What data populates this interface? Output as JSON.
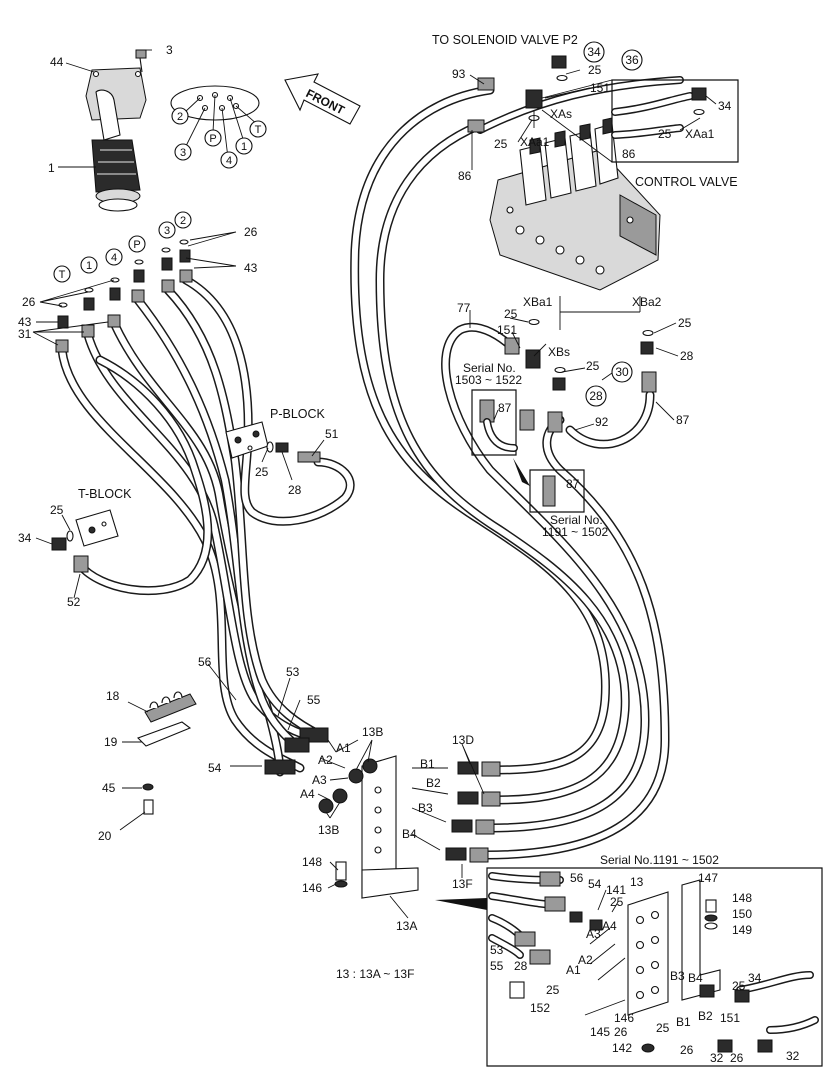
{
  "headers": {
    "solenoid": "TO SOLENOID VALVE P2",
    "front": "FRONT",
    "control_valve": "CONTROL VALVE",
    "p_block": "P-BLOCK",
    "t_block": "T-BLOCK",
    "serial_a": "Serial No.",
    "serial_a_range": "1503 ~ 1522",
    "serial_b": "Serial No.",
    "serial_b_range": "1191 ~ 1502",
    "serial_detail": "Serial No.1191 ~ 1502",
    "note": "13 : 13A ~ 13F"
  },
  "port_labels": {
    "xas": "XAs",
    "xaa1": "XAa1",
    "xaa1_detail": "XAa1",
    "xba1": "XBa1",
    "xbs": "XBs",
    "xba2": "XBa2",
    "a1": "A1",
    "a2": "A2",
    "a3": "A3",
    "a4": "A4",
    "b1": "B1",
    "b2": "B2",
    "b3": "B3",
    "b4": "B4",
    "d_a1": "A1",
    "d_a2": "A2",
    "d_a3": "A3",
    "d_a4": "A4",
    "d_b1": "B1",
    "d_b2": "B2",
    "d_b3": "B3",
    "d_b4": "B4"
  },
  "circled_labels": {
    "c34": "34",
    "c36": "36",
    "c28": "28",
    "c30": "30",
    "pad_2": "2",
    "pad_p": "P",
    "pad_3": "3",
    "pad_4": "4",
    "pad_1": "1",
    "pad_t": "T",
    "r_3": "3",
    "r_2": "2",
    "r_p": "P",
    "r_4": "4",
    "r_1": "1",
    "r_t": "T"
  },
  "part_numbers": {
    "n3": "3",
    "n44": "44",
    "n1": "1",
    "n26a": "26",
    "n43a": "43",
    "n26b": "26",
    "n43b": "43",
    "n31": "31",
    "n51": "51",
    "n25_pb": "25",
    "n28_pb": "28",
    "n25_tb": "25",
    "n34_tb": "34",
    "n52": "52",
    "n56": "56",
    "n53": "53",
    "n55": "55",
    "n54": "54",
    "n18": "18",
    "n19": "19",
    "n45": "45",
    "n20": "20",
    "n13b_top": "13B",
    "n13b_bot": "13B",
    "n13d": "13D",
    "n13f": "13F",
    "n13a": "13A",
    "n148": "148",
    "n146": "146",
    "n93": "93",
    "n25_top": "25",
    "n151_top": "151",
    "n25_xa": "25",
    "n86": "86",
    "n34_det": "34",
    "n25_det": "25",
    "n86_det": "86",
    "n77": "77",
    "n25_xb": "25",
    "n151_mid": "151",
    "n25_xbs": "25",
    "n25_r": "25",
    "n28_r": "28",
    "n87_a": "87",
    "n92": "92",
    "n87_r": "87",
    "n87_b": "87",
    "d56": "56",
    "d54": "54",
    "d141": "141",
    "d13": "13",
    "d25a": "25",
    "d147": "147",
    "d148": "148",
    "d150": "150",
    "d149": "149",
    "d53": "53",
    "d55": "55",
    "d28": "28",
    "d25b": "25",
    "d152": "152",
    "d146": "146",
    "d25c": "25",
    "d145": "145",
    "d26a": "26",
    "d142": "142",
    "d25d": "25",
    "d34": "34",
    "d151": "151",
    "d26b": "26",
    "d32a": "32",
    "d26c": "26",
    "d32b": "32"
  }
}
